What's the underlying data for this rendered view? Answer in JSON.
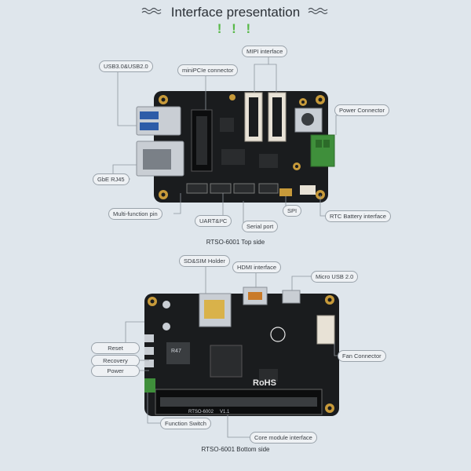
{
  "page": {
    "title": "Interface presentation",
    "accent_marks": "! ! !",
    "accent_color": "#58b948"
  },
  "top_board": {
    "caption": "RTSO-6001 Top side",
    "callouts": {
      "usb": "USB3.0&USB2.0",
      "minipcie": "miniPCIe connector",
      "mipi": "MIPI interface",
      "power_connector": "Power Connector",
      "gbe": "GbE RJ45",
      "multifunction": "Multi-function pin",
      "uart": "UART&I²C",
      "serial": "Serial port",
      "spi": "SPI",
      "rtc": "RTC Battery interface"
    }
  },
  "bottom_board": {
    "caption": "RTSO-6001 Bottom side",
    "silkscreen": {
      "rohs": "RoHS",
      "model": "RTSO-6002",
      "version": "V1.1",
      "chip": "R47"
    },
    "callouts": {
      "sdsim": "SD&SIM Holder",
      "hdmi": "HDMI interface",
      "microusb": "Micro USB 2.0",
      "reset": "Reset",
      "recovery": "Recovery",
      "power": "Power",
      "fan": "Fan Connector",
      "function_switch": "Function Switch",
      "core_module": "Core module interface"
    }
  }
}
